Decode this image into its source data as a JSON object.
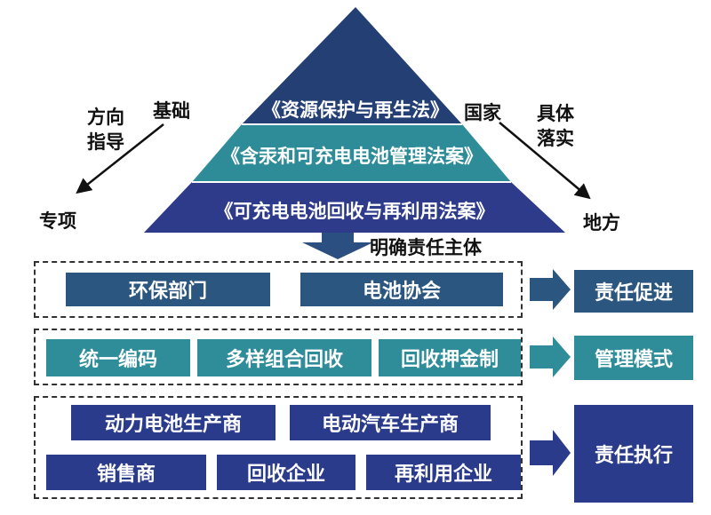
{
  "pyramid": {
    "tiers": [
      "《资源保护与再生法》",
      "《含汞和可充电电池管理法案》",
      "《可充电电池回收与再利用法案》"
    ],
    "left_top_label": "基础",
    "left_mid_label": "方向指导",
    "left_bottom_label": "专项",
    "right_top_label": "国家",
    "right_mid_label": "具体落实",
    "right_bottom_label": "地方",
    "colors": {
      "top": "#243f73",
      "middle": "#2e8c99",
      "bottom": "#2e3a8a"
    }
  },
  "subject_arrow_label": "明确责任主体",
  "rows": [
    {
      "boxes": [
        "环保部门",
        "电池协会"
      ],
      "outcome": "责任促进"
    },
    {
      "boxes": [
        "统一编码",
        "多样组合回收",
        "回收押金制"
      ],
      "outcome": "管理模式"
    },
    {
      "boxes": [
        "动力电池生产商",
        "电动汽车生产商",
        "销售商",
        "回收企业",
        "再利用企业"
      ],
      "outcome": "责任执行"
    }
  ]
}
